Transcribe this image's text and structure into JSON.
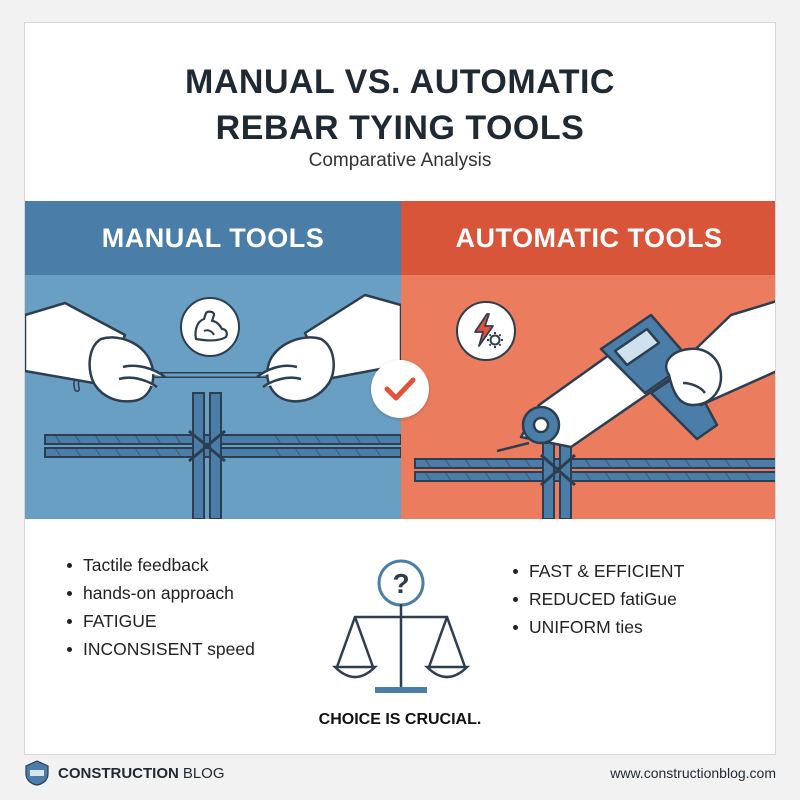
{
  "header": {
    "title_line1": "MANUAL VS. AUTOMATIC",
    "title_line2": "REBAR TYING TOOLS",
    "subtitle": "Comparative Analysis"
  },
  "colors": {
    "manual_header": "#4a7ea8",
    "manual_body": "#6a9fc4",
    "automatic_header": "#d9553a",
    "automatic_body": "#ec7c5e",
    "check_mark": "#e0533a"
  },
  "manual": {
    "heading": "MANUAL TOOLS",
    "icon": "flexed-arm-icon",
    "points": [
      "Tactile feedback",
      "hands-on approach",
      "FATIGUE",
      "INCONSISENT speed"
    ]
  },
  "automatic": {
    "heading": "AUTOMATIC TOOLS",
    "icon": "lightning-gear-icon",
    "points": [
      "FAST & EFFICIENT",
      "REDUCED fatiGue",
      "UNIFORM ties"
    ]
  },
  "center": {
    "badge_icon": "check-icon",
    "scale_icon": "balance-scale-icon",
    "question_icon": "question-mark-icon",
    "conclusion": "CHOICE IS CRUCIAL."
  },
  "footer": {
    "brand_bold": "CONSTRUCTION",
    "brand_light": "BLOG",
    "url": "www.constructionblog.com"
  }
}
